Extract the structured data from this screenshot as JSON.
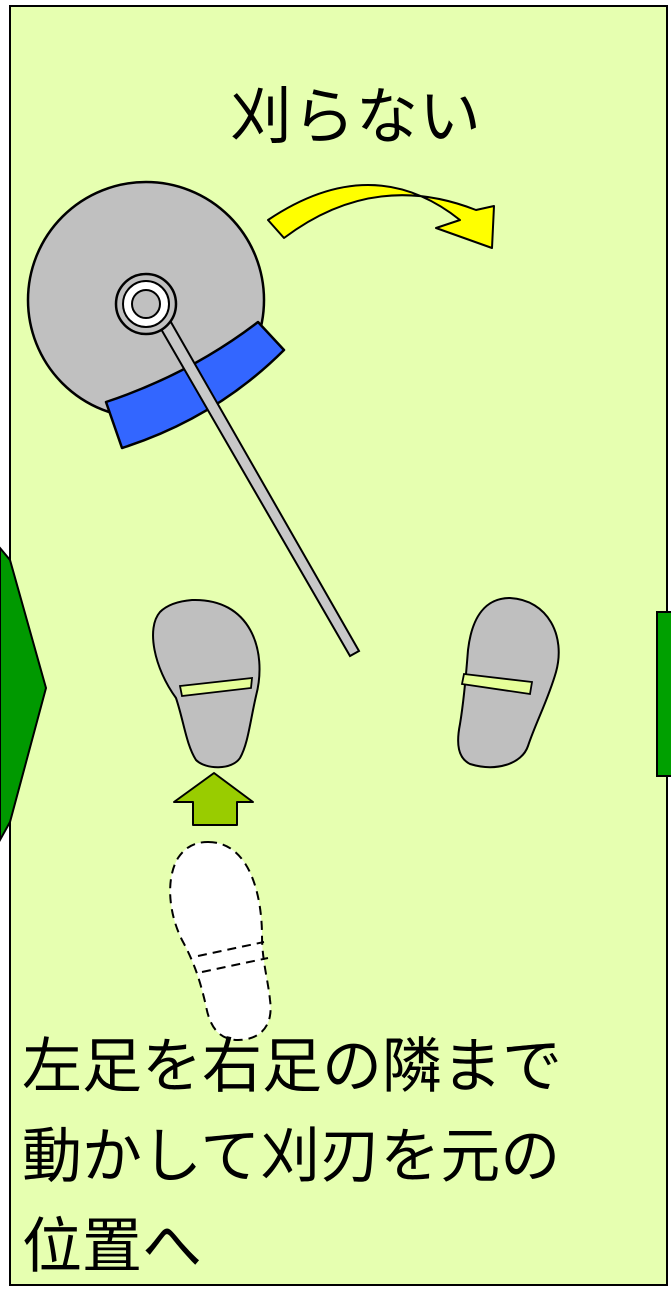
{
  "title": "刈らない",
  "caption": {
    "line1": "左足を右足の隣まで",
    "line2": "動かして刈刃を元の",
    "line3": "位置へ"
  },
  "colors": {
    "panel_background": "#e6ffb0",
    "panel_border": "#000000",
    "green_arrow_panel": "#009900",
    "green_block": "#00a000",
    "rotation_arrow": "#ffff00",
    "blade_disc": "#c0c0c0",
    "blade_guard": "#3366ff",
    "shoe": "#bfbfbf",
    "shoe_band": "#e6ff99",
    "step_arrow": "#99cc00",
    "previous_foot": "#ffffff"
  },
  "icons": {
    "rotation_arrow": "curved-arrow-right-icon",
    "step_arrow": "arrow-up-icon",
    "left_foot": "shoe-print-icon",
    "right_foot": "shoe-print-icon",
    "previous_left_foot": "dashed-shoe-print-icon",
    "brush_cutter": "brush-cutter-icon"
  }
}
